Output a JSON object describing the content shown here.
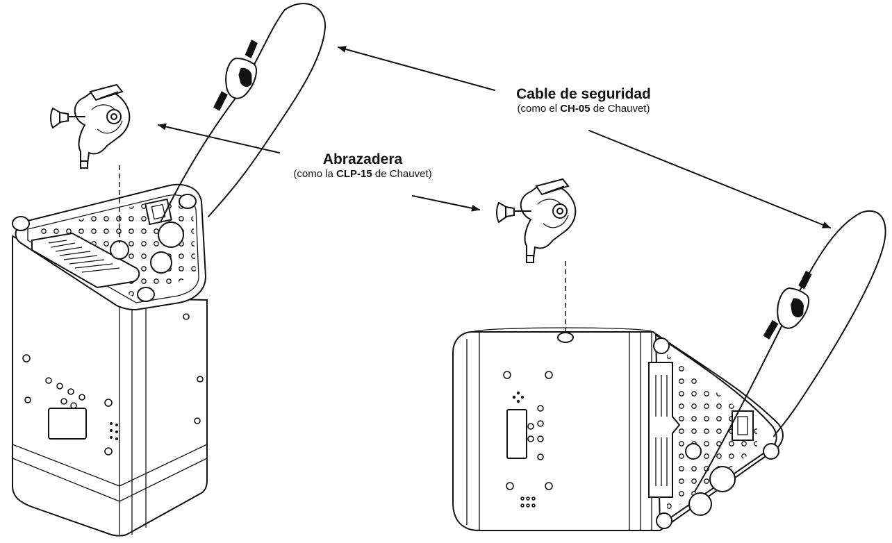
{
  "labels": {
    "safety_cable": {
      "title": "Cable de seguridad",
      "sub_prefix": "(como el ",
      "sub_model": "CH-05",
      "sub_suffix": " de Chauvet)"
    },
    "clamp": {
      "title": "Abrazadera",
      "sub_prefix": "(como la ",
      "sub_model": "CLP-15",
      "sub_suffix": " de Chauvet)"
    }
  },
  "icons": [
    "arrow-icon",
    "safety-cable-icon",
    "clamp-icon",
    "fixture-icon"
  ]
}
